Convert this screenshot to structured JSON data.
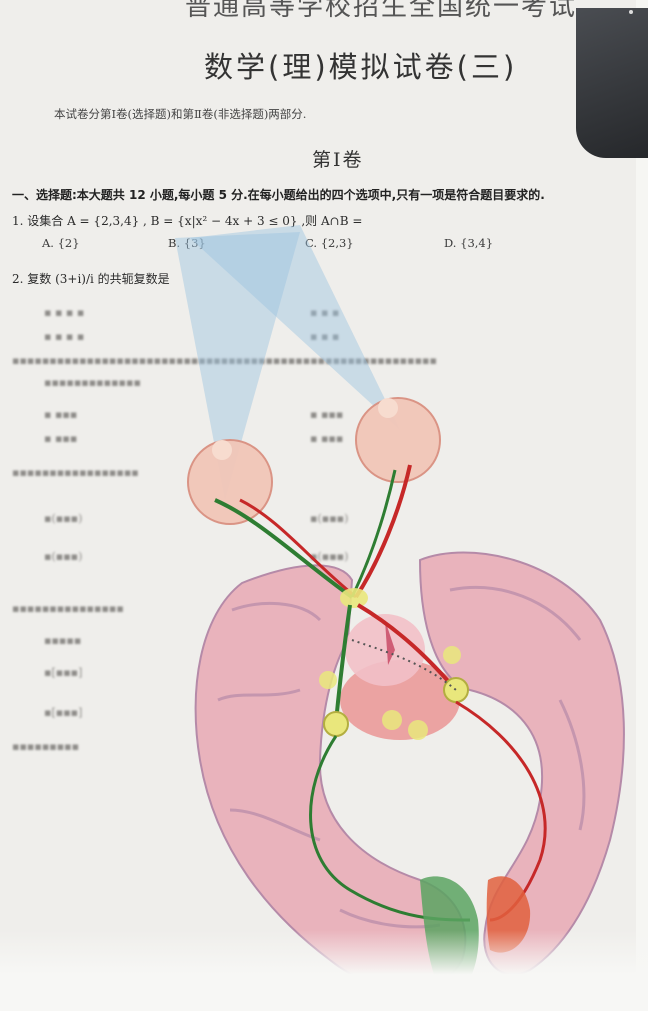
{
  "paper": {
    "top_title": "普通高等学校招生全国统一考试",
    "main_title": "数学(理)模拟试卷(三)",
    "intro": "本试卷分第Ⅰ卷(选择题)和第Ⅱ卷(非选择题)两部分.",
    "part_title": "第Ⅰ卷",
    "section_heading": "一、选择题:本大题共 12 小题,每小题 5 分.在每小题给出的四个选项中,只有一项是符合题目要求的.",
    "q1": {
      "stem": "1. 设集合 A = {2,3,4} , B = {x|x² − 4x + 3 ≤ 0} ,则 A∩B =",
      "options": [
        "A. {2}",
        "B. {3}",
        "C. {2,3}",
        "D. {3,4}"
      ]
    },
    "q2": {
      "stem": "2. 复数 (3+i)/i 的共轭复数是"
    }
  },
  "colors": {
    "brain": "#e9b3bc",
    "brain_outline": "#b58aa8",
    "left_visual_tract": "#2e7d32",
    "right_visual_tract": "#c62828",
    "visual_field_overlay": "#9cc3e0",
    "nucleus": "#e9e77c"
  }
}
